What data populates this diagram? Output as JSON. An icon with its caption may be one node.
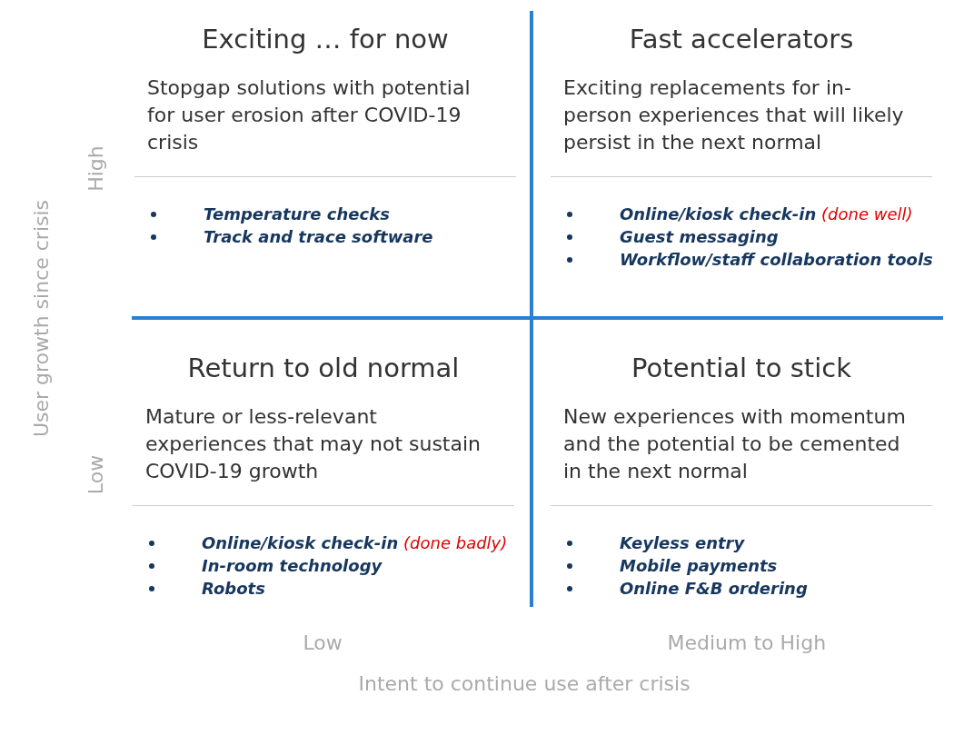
{
  "diagram": {
    "nodes": [
      {
        "text": [
          "Exciting … for now",
          "Stopgap solutions with potential for user erosion after COVID-19 crisis",
          "Temperature checks",
          "Track and trace software"
        ]
      },
      {
        "text": [
          "Fast accelerators",
          "Exciting replacements for in-person experiences that will likely persist in the next normal",
          "**Online/kiosk check-in** (done well)",
          "Guest messaging",
          "Workflow/staff collaboration tools"
        ]
      },
      {
        "text": [
          "Return to old normal",
          "Mature or less-relevant experiences that may not sustain COVID-19  growth",
          "**Online/kiosk check-in** (done badly)",
          "In-room technology",
          "Robots"
        ]
      },
      {
        "text": [
          "Potential to stick",
          "New experiences with momentum and the potential to be cemented in the next normal",
          "Keyless entry",
          "Mobile payments",
          "Online F&B ordering"
        ]
      }
    ],
    "labels": [
      "High",
      "User growth since crisis",
      "Low",
      "Low",
      "Medium to High",
      "Intent to continue use after crisis"
    ]
  }
}
